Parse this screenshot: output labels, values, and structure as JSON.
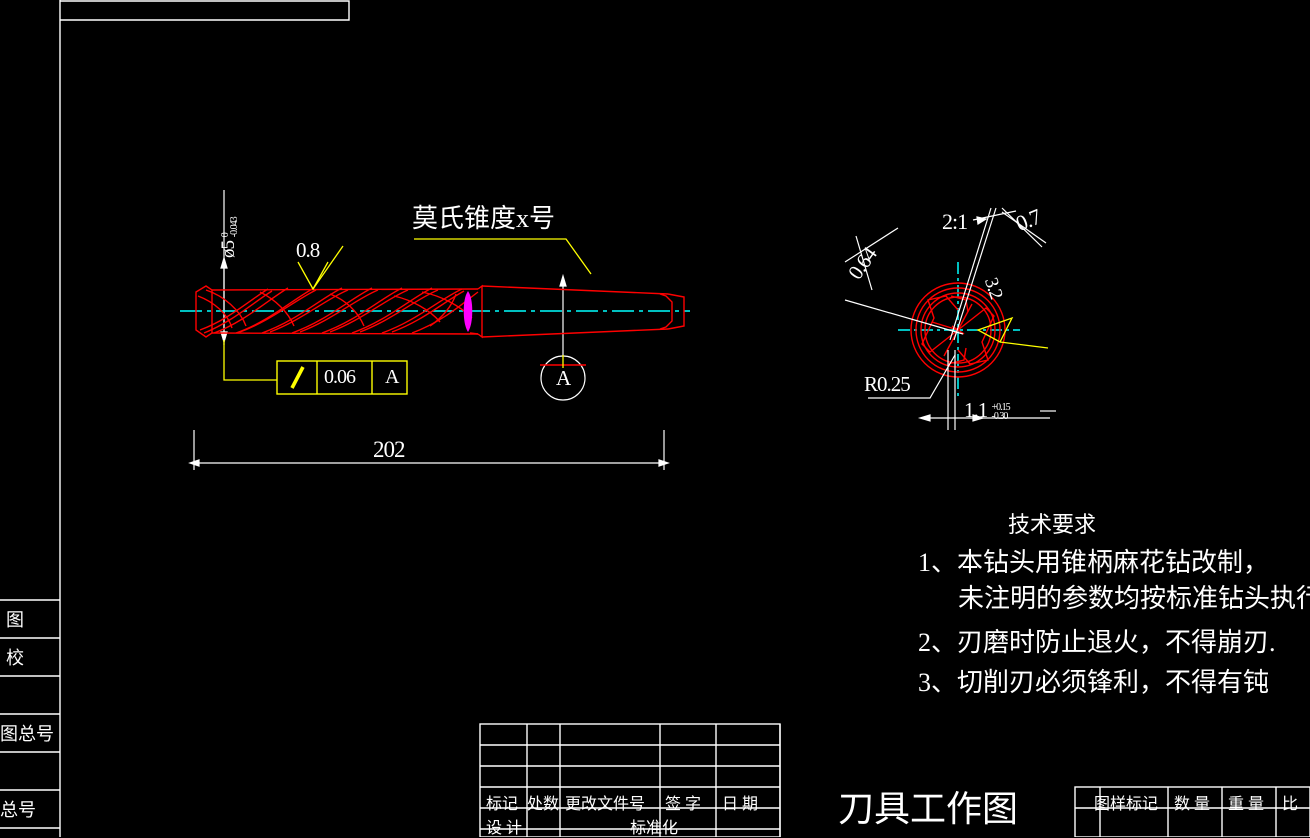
{
  "drawing": {
    "title_block_main": "刀具工作图",
    "tech_req_heading": "技术要求",
    "tech_req_items": [
      "1、本钻头用锥柄麻花钻改制，",
      "未注明的参数均按标准钻头执行。",
      "2、刃磨时防止退火，不得崩刃.",
      "3、切削刃必须锋利，不得有钝"
    ],
    "main_view": {
      "diameter_label": "ø5",
      "diameter_tol_upper": "0",
      "diameter_tol_lower": "-0.043",
      "surface_finish": "0.8",
      "taper_note": "莫氏锥度x号",
      "length_dim": "202",
      "detail_marker": "A",
      "fcf_symbol": "⟋",
      "fcf_tolerance": "0.06",
      "fcf_datum": "A"
    },
    "detail_view": {
      "scale_label": "2:1",
      "dim_0_7": "0.7",
      "surface_0_64": "0.64",
      "surface_3_2": "3.2",
      "radius_label": "R0.25",
      "web_dim": "1.1",
      "web_tol_upper": "+0.15",
      "web_tol_lower": "-0.30"
    },
    "left_margin_cells": [
      "图",
      "",
      "校",
      "",
      "图总号",
      "",
      "总号"
    ],
    "title_block": {
      "rev_headers": [
        "标记",
        "处数",
        "更改文件号",
        "签 字",
        "日 期"
      ],
      "row_design": "设 计",
      "row_standard": "标准化",
      "right_headers": [
        "图样标记",
        "数 量",
        "重 量",
        "比"
      ]
    },
    "colors": {
      "part": "#ff0000",
      "centerline": "#00ffff",
      "annotation": "#ffff00",
      "frame": "#ffffff",
      "magenta": "#ff00ff",
      "background": "#000000"
    }
  }
}
